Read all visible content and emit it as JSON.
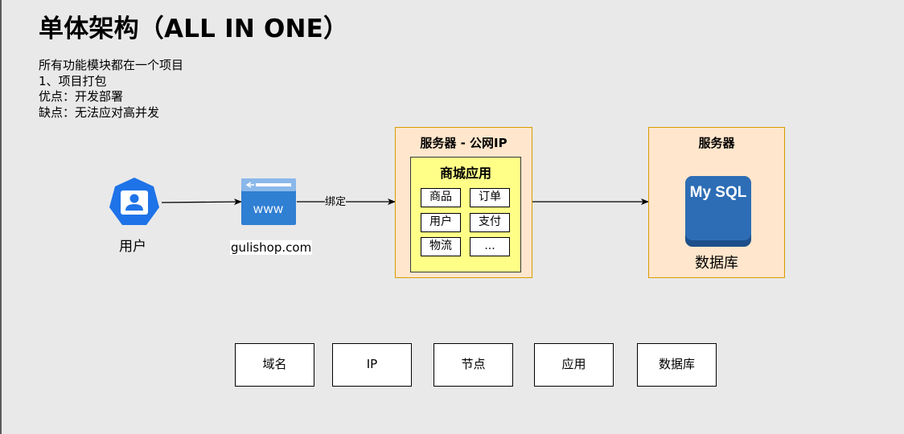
{
  "title": "单体架构（ALL IN ONE）",
  "description": [
    "所有功能模块都在一个项目",
    "1、项目打包",
    "优点：开发部署",
    "缺点：无法应对高并发"
  ],
  "user": {
    "label": "用户"
  },
  "website": {
    "domain": "gulishop.com",
    "icon_text": "www"
  },
  "bind_label": "绑定",
  "app_server": {
    "title": "服务器 - 公网IP",
    "app_title": "商城应用",
    "modules": [
      "商品",
      "订单",
      "用户",
      "支付",
      "物流",
      "..."
    ]
  },
  "db_server": {
    "title": "服务器",
    "db_icon_text": "My SQL",
    "db_label": "数据库"
  },
  "bottom_labels": [
    "域名",
    "IP",
    "节点",
    "应用",
    "数据库"
  ],
  "colors": {
    "server_fill": "#ffe6cc",
    "server_border": "#d79b00",
    "app_fill": "#ffff88",
    "user_icon": "#1e73e8",
    "web_icon": "#2f7fd3",
    "mysql_icon": "#2d6db5",
    "background": "#e9e9e9"
  }
}
